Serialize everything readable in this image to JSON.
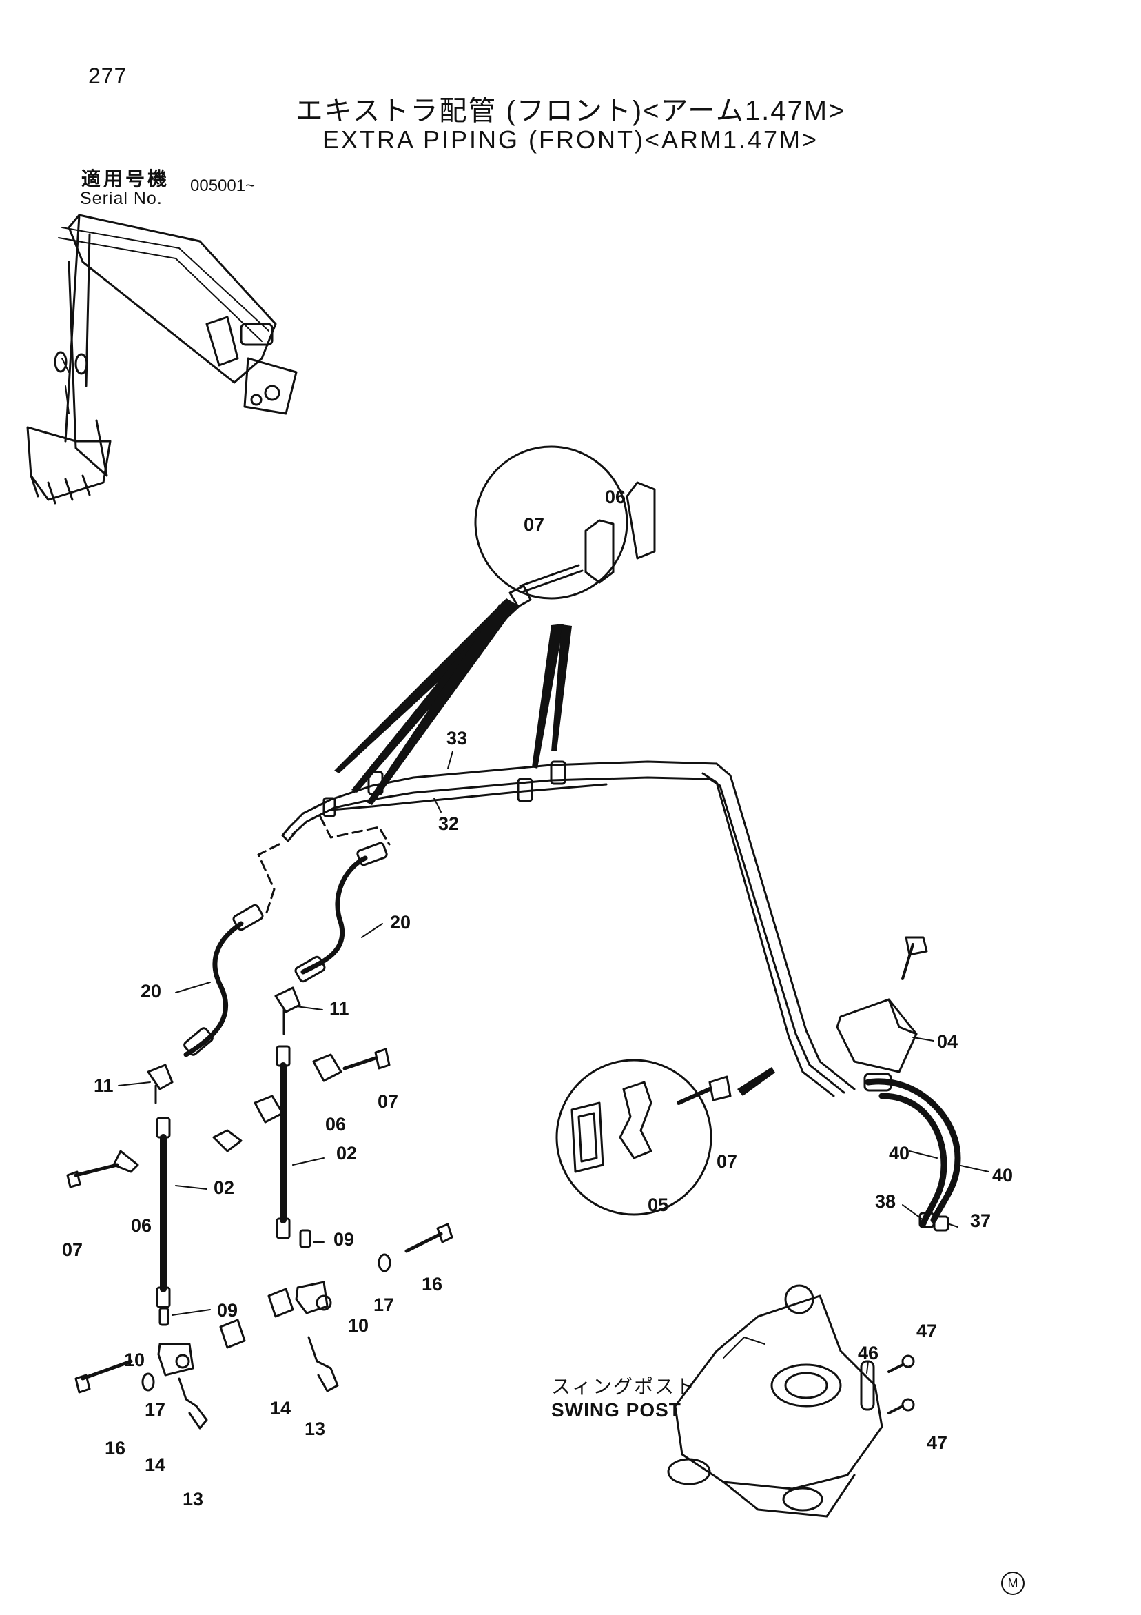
{
  "page_number": "277",
  "title": {
    "jp": "エキストラ配管 (フロント)<アーム1.47M>",
    "en": "EXTRA PIPING (FRONT)<ARM1.47M>"
  },
  "serial": {
    "label_jp": "適用号機",
    "label_en": "Serial No.",
    "value": "005001~"
  },
  "swing_post": {
    "label_jp": "スィングポスト",
    "label_en": "SWING POST"
  },
  "footer_mark": "M",
  "callouts": {
    "c06_detail": "06",
    "c07_detail": "07",
    "c33": "33",
    "c32": "32",
    "c20_left": "20",
    "c20_right": "20",
    "c11_left": "11",
    "c11_right": "11",
    "c07_mid": "07",
    "c06_mid": "06",
    "c02_left": "02",
    "c02_right": "02",
    "c07_left": "07",
    "c06_left": "06",
    "c09_right": "09",
    "c09_left": "09",
    "c17_right": "17",
    "c16_right": "16",
    "c10_right": "10",
    "c10_left": "10",
    "c14_right": "14",
    "c13_right": "13",
    "c17_left": "17",
    "c16_left": "16",
    "c14_left": "14",
    "c13_left": "13",
    "c04": "04",
    "c07_detail2": "07",
    "c05": "05",
    "c40_left": "40",
    "c40_right": "40",
    "c38": "38",
    "c37": "37",
    "c46": "46",
    "c47_top": "47",
    "c47_bottom": "47"
  }
}
